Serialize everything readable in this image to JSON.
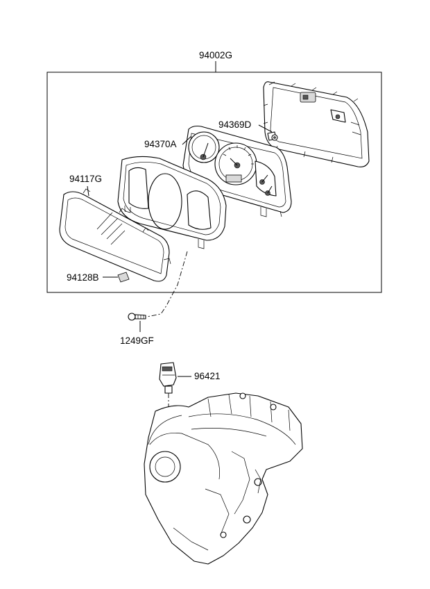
{
  "parts": {
    "assembly": "94002G",
    "socket": "94369D",
    "gauge_face": "94370A",
    "cluster_lens": "94117G",
    "lens_clip": "94128B",
    "screw": "1249GF",
    "speed_sensor": "96421"
  }
}
